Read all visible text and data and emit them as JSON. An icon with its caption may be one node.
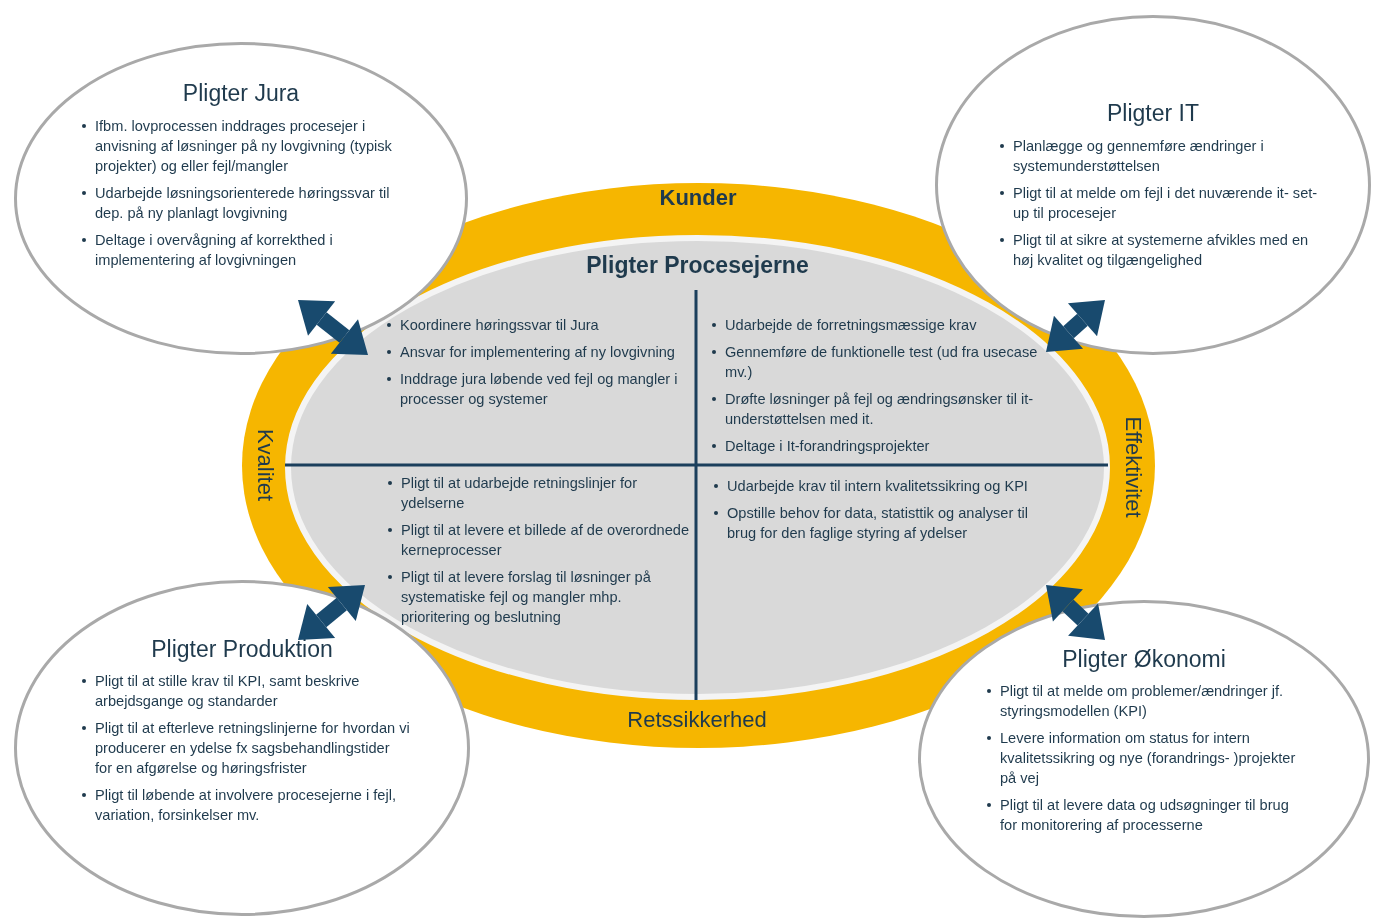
{
  "diagram": {
    "nodes": [
      {
        "text": [
          "Kunder",
          "Kvalitet",
          "Effektivitet",
          "Retssikkerhed"
        ]
      },
      {
        "text": [
          "Pligter Procesejerne"
        ],
        "in": 0
      },
      {
        "text": [
          "Koordinere høringssvar til Jura",
          "Ansvar for implementering af ny lovgivning",
          "Inddrage jura løbende ved fejl og mangler i processer og systemer"
        ],
        "in": 1
      },
      {
        "text": [
          "Udarbejde de forretningsmæssige krav",
          "Gennemføre de funktionelle test (ud fra usecase mv.)",
          "Drøfte løsninger på fejl og ændringsønsker til it-understøttelsen med it.",
          "Deltage i It-forandringsprojekter"
        ],
        "in": 1
      },
      {
        "text": [
          "Pligt til at udarbejde retningslinjer for ydelserne",
          "Pligt til at levere et billede af de overordnede kerneprocesser",
          "Pligt til at levere forslag til løsninger på systematiske fejl og mangler mhp. prioritering og beslutning"
        ],
        "in": 1
      },
      {
        "text": [
          "Udarbejde krav til intern kvalitetssikring og KPI",
          "Opstille behov for data, statisttik og analyser til brug for den faglige styring af ydelser"
        ],
        "in": 1
      },
      {
        "text": [
          "Pligter Jura",
          "Ifbm. lovprocessen inddrages procesejer i anvisning af løsninger på ny lovgivning (typisk projekter) og eller fejl/mangler",
          "Udarbejde løsningsorienterede høringssvar til dep. på ny planlagt lovgivning",
          "Deltage i overvågning af korrekthed i implementering af lovgivningen"
        ]
      },
      {
        "text": [
          "Pligter IT",
          "Planlægge og gennemføre ændringer i systemunderstøttelsen",
          "Pligt til at melde om fejl i det nuværende it- set-up til procesejer",
          "Pligt til at sikre at systemerne afvikles med en høj kvalitet og tilgængelighed"
        ]
      },
      {
        "text": [
          "Pligter Produktion",
          "Pligt til at stille krav til KPI, samt beskrive arbejdsgange og standarder",
          "Pligt til at efterleve retningslinjerne for hvordan vi producerer en ydelse fx sagsbehandlingstider for en afgørelse og høringsfrister",
          "Pligt til løbende at involvere procesejerne i fejl, variation, forsinkelser mv."
        ]
      },
      {
        "text": [
          "Pligter Økonomi",
          "Pligt til at melde om problemer/ændringer jf. styringsmodellen (KPI)",
          "Levere information om status for intern kvalitetssikring og nye (forandrings- )projekter på vej",
          "Pligt til at levere data og udsøgninger til brug for monitorering af processerne"
        ]
      }
    ],
    "edges": [
      {
        "from": 6,
        "to": 2,
        "arrow": "both"
      },
      {
        "from": 7,
        "to": 3,
        "arrow": "both"
      },
      {
        "from": 8,
        "to": 4,
        "arrow": "both"
      },
      {
        "from": 9,
        "to": 5,
        "arrow": "both"
      }
    ]
  }
}
